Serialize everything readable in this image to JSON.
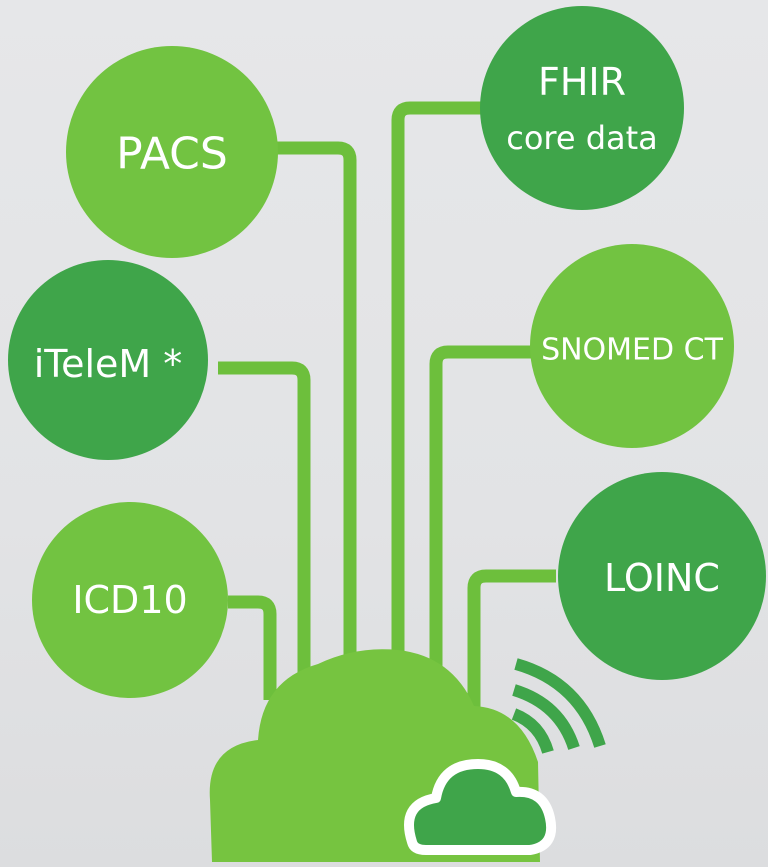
{
  "colors": {
    "background": "#e4e5e7",
    "light_green": "#72c341",
    "dark_green": "#3fa54a",
    "connector": "#6dbf3c",
    "cloud": "#76c440",
    "small_cloud": "#3fa54a",
    "text": "#ffffff"
  },
  "nodes": {
    "pacs": {
      "label": "PACS",
      "shade": "light"
    },
    "fhir": {
      "label_line1": "FHIR",
      "label_line2": "core data",
      "shade": "dark"
    },
    "itelem": {
      "label": "iTeleM *",
      "shade": "dark"
    },
    "snomed": {
      "label": "SNOMED CT",
      "shade": "light"
    },
    "icd10": {
      "label": "ICD10",
      "shade": "light"
    },
    "loinc": {
      "label": "LOINC",
      "shade": "dark"
    }
  },
  "hub": {
    "icon": "cloud-icon",
    "badge_icon": "small-cloud-icon",
    "signal_icon": "wireless-signal-icon"
  }
}
